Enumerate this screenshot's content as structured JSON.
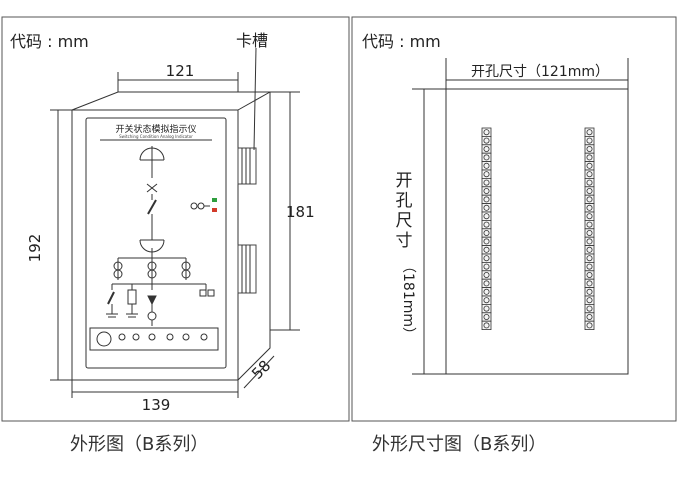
{
  "left_panel": {
    "code_label": "代码 : mm",
    "slot_label": "卡槽",
    "dim_top": "121",
    "dim_right": "181",
    "dim_left": "192",
    "dim_bottom": "139",
    "dim_depth": "58",
    "device_title": "开关状态模拟指示仪",
    "device_subtitle": "Switching Condition Analog Indicator",
    "caption": "外形图（B系列）"
  },
  "right_panel": {
    "code_label": "代码 : mm",
    "cutout_width_label": "开孔尺寸（121mm）",
    "cutout_height_chars": [
      "开",
      "孔",
      "尺",
      "寸"
    ],
    "cutout_height_value": "（181mm）",
    "caption": "外形尺寸图（B系列）"
  },
  "colors": {
    "line": "#333333",
    "led_green": "#2e9e3e",
    "led_red": "#d23a2a"
  }
}
